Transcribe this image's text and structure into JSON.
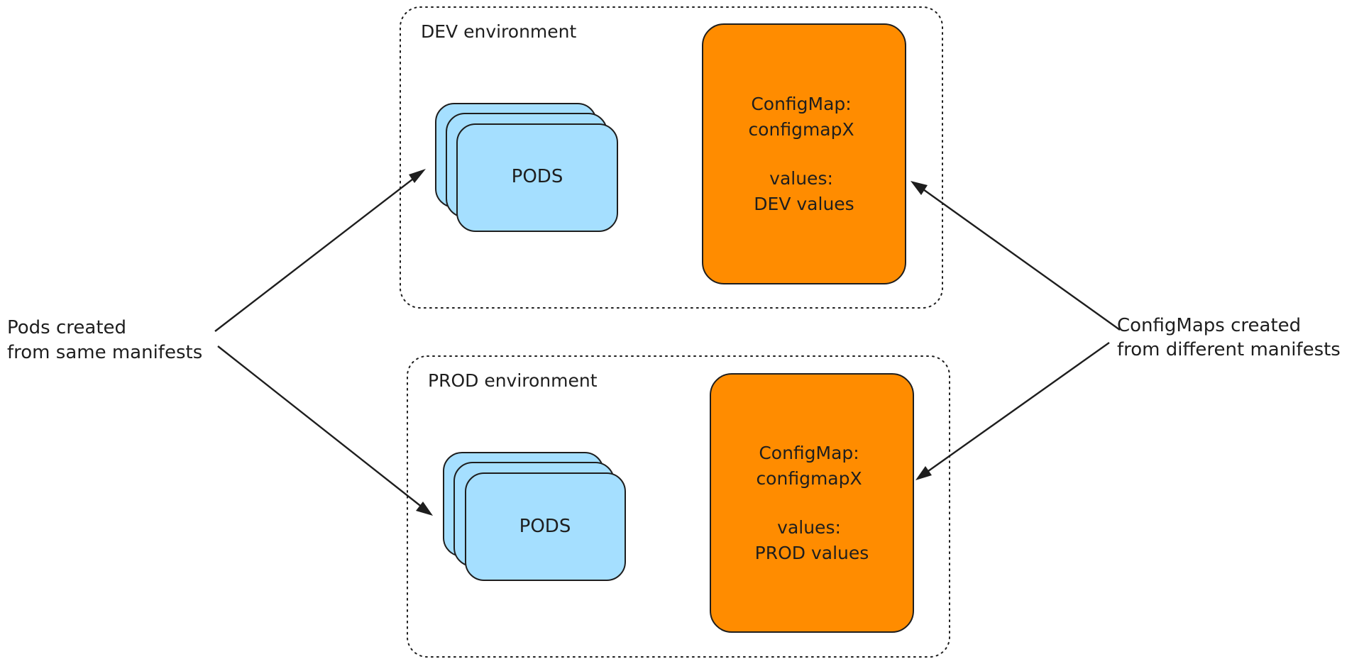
{
  "colors": {
    "pods_fill": "#a5dfff",
    "configmap_fill": "#ff8c00",
    "stroke": "#1e1e1e"
  },
  "environments": {
    "dev": {
      "label": "DEV environment",
      "pods_label": "PODS",
      "configmap": {
        "title": "ConfigMap:",
        "name": "configmapX",
        "values_label": "values:",
        "values": "DEV values"
      }
    },
    "prod": {
      "label": "PROD environment",
      "pods_label": "PODS",
      "configmap": {
        "title": "ConfigMap:",
        "name": "configmapX",
        "values_label": "values:",
        "values": "PROD values"
      }
    }
  },
  "annotations": {
    "pods": [
      "Pods created",
      "from same manifests"
    ],
    "configmaps": [
      "ConfigMaps created",
      "from different manifests"
    ]
  }
}
